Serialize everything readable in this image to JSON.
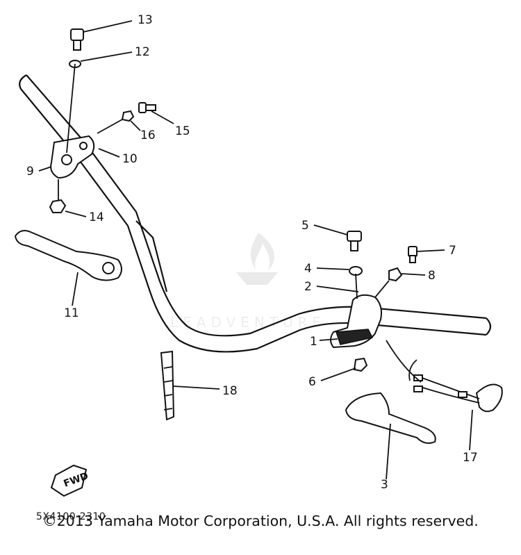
{
  "diagram_code": "5X4100-2310",
  "copyright": "©2013 Yamaha Motor Corporation, U.S.A. All rights reserved.",
  "fwd_label": "FWD",
  "watermark": "LEADVENTURE",
  "callouts": [
    "1",
    "2",
    "3",
    "4",
    "5",
    "6",
    "7",
    "8",
    "9",
    "10",
    "11",
    "12",
    "13",
    "14",
    "15",
    "16",
    "17",
    "18"
  ]
}
